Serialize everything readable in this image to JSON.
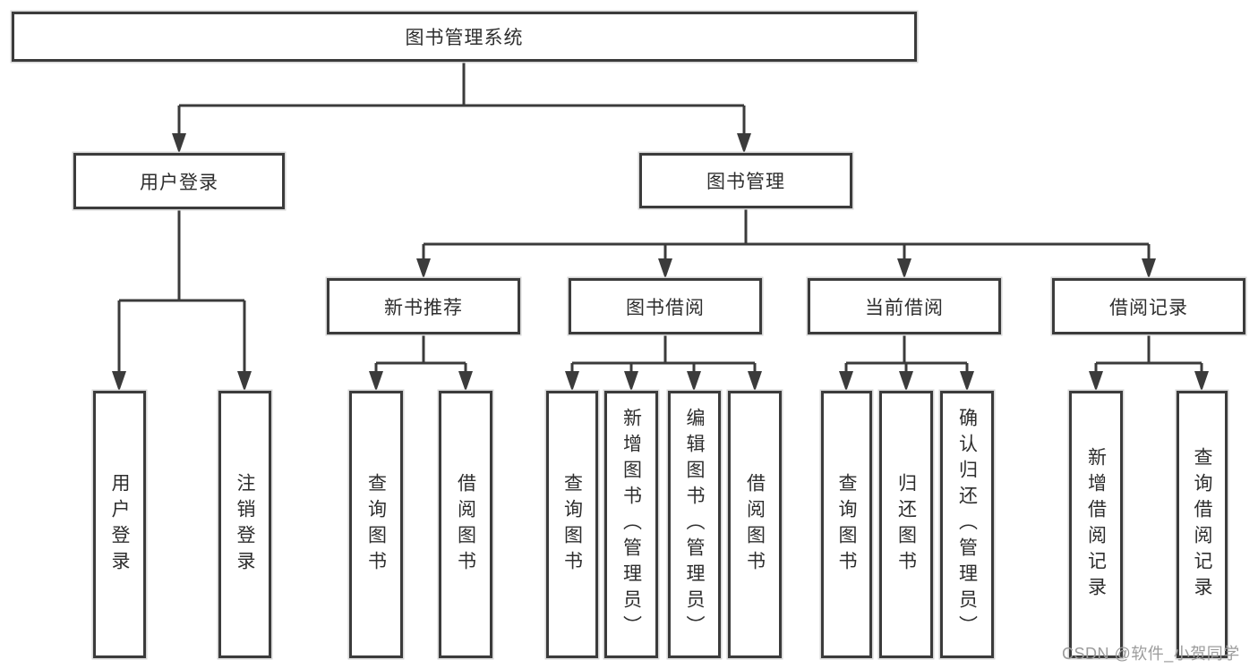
{
  "diagram": {
    "root": {
      "label": "图书管理系统"
    },
    "user_branch": {
      "label": "用户登录",
      "children": [
        {
          "label": "用户登录"
        },
        {
          "label": "注销登录"
        }
      ]
    },
    "book_branch": {
      "label": "图书管理",
      "sections": [
        {
          "label": "新书推荐",
          "children": [
            {
              "label": "查询图书"
            },
            {
              "label": "借阅图书"
            }
          ]
        },
        {
          "label": "图书借阅",
          "children": [
            {
              "label": "查询图书"
            },
            {
              "label": "新增图书（管理员）"
            },
            {
              "label": "编辑图书（管理员）"
            },
            {
              "label": "借阅图书"
            }
          ]
        },
        {
          "label": "当前借阅",
          "children": [
            {
              "label": "查询图书"
            },
            {
              "label": "归还图书"
            },
            {
              "label": "确认归还（管理员）"
            }
          ]
        },
        {
          "label": "借阅记录",
          "children": [
            {
              "label": "新增借阅记录"
            },
            {
              "label": "查询借阅记录"
            }
          ]
        }
      ]
    }
  },
  "watermark": {
    "text": "CSDN @软件_小贺同学"
  },
  "colors": {
    "line": "#3b3b3b",
    "box_border": "#3b3b3b",
    "text": "#2e2e2e",
    "watermark": "#9c9c9c",
    "background": "#ffffff"
  }
}
